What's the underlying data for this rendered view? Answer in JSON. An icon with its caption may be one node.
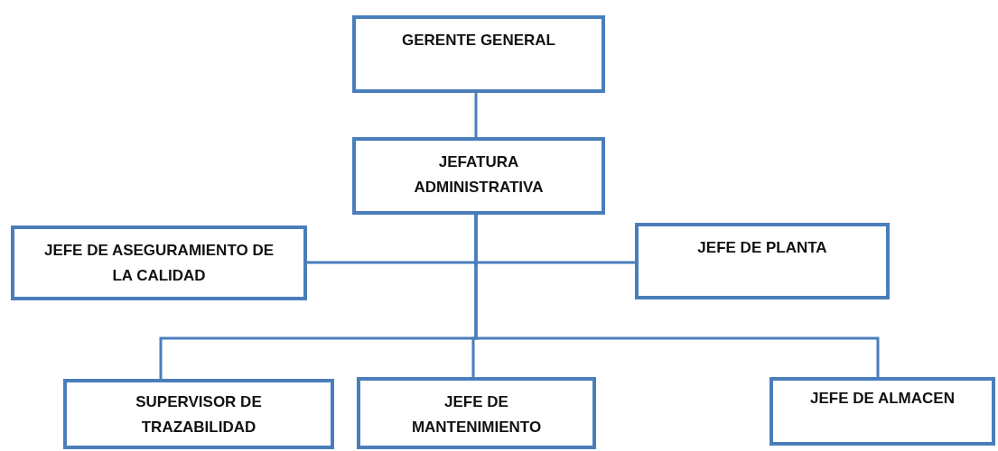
{
  "diagram": {
    "nodes": [
      {
        "text": [
          "GERENTE GENERAL"
        ]
      },
      {
        "text": [
          "JEFATURA ADMINISTRATIVA"
        ]
      },
      {
        "text": [
          "JEFE DE ASEGURAMIENTO DE LA CALIDAD"
        ]
      },
      {
        "text": [
          "JEFE DE PLANTA"
        ]
      },
      {
        "text": [
          "SUPERVISOR DE TRAZABILIDAD"
        ]
      },
      {
        "text": [
          "JEFE DE MANTENIMIENTO"
        ]
      },
      {
        "text": [
          "JEFE DE ALMACEN"
        ]
      }
    ],
    "edges": [
      {
        "from": 0,
        "to": 1,
        "arrow": "none"
      },
      {
        "from": 1,
        "to": 2,
        "arrow": "none"
      },
      {
        "from": 1,
        "to": 3,
        "arrow": "none"
      },
      {
        "from": 1,
        "to": 4,
        "arrow": "none"
      },
      {
        "from": 1,
        "to": 5,
        "arrow": "none"
      },
      {
        "from": 1,
        "to": 6,
        "arrow": "none"
      }
    ]
  }
}
